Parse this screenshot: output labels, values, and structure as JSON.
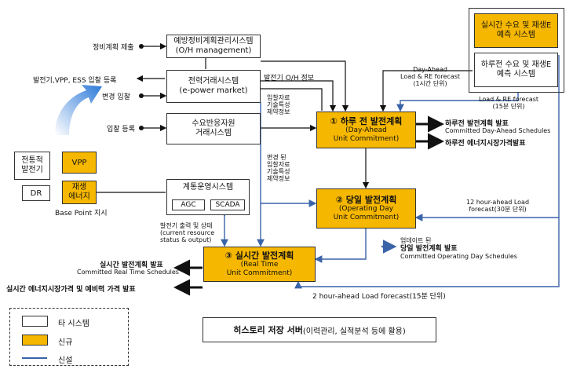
{
  "colors": {
    "new_fill": "#f6b700",
    "new_line": "#3a63a8",
    "arrow_blue": "#2a78d8",
    "black": "#111111"
  },
  "left_inputs": {
    "maint_submit": "정비계획 제출",
    "bid_register": "발전기,VPP, ESS 입찰 등록",
    "change_bid": "변경 입찰",
    "bid_register2": "입찰 등록"
  },
  "systems": {
    "om": {
      "l1": "예방정비계획관리시스템",
      "l2": "(O/H management)"
    },
    "epower": {
      "l1": "전력거래시스템",
      "l2": "(e-power market)"
    },
    "dr": {
      "l1": "수요반응자원",
      "l2": "거래시스템"
    },
    "ems": {
      "title": "계통운영시스템",
      "agc": "AGC",
      "scada": "SCADA"
    },
    "rt_forecast": {
      "l1": "실시간 수요 및 재생E",
      "l2": "예측 시스템"
    },
    "da_forecast": {
      "l1": "하루전 수요 및 재생E",
      "l2": "예측 시스템"
    }
  },
  "plans": {
    "day_ahead": {
      "l1": "① 하루 전 발전계획",
      "l2": "(Day-Ahead",
      "l3": "Unit Commitment)"
    },
    "operating_day": {
      "l1": "② 당일 발전계획",
      "l2": "(Operating Day",
      "l3": "Unit Commitment)"
    },
    "real_time": {
      "l1": "③ 실시간 발전계획",
      "l2": "(Real Time",
      "l3": "Unit Commitment)"
    }
  },
  "resources": {
    "conventional": {
      "l1": "전통적",
      "l2": "발전기"
    },
    "vpp": "VPP",
    "renewable": {
      "l1": "재생",
      "l2": "에너지"
    },
    "dr": "DR",
    "base_point": "Base Point 지시"
  },
  "labels": {
    "gen_oh_info": "발전기 O/H 정보",
    "bid_data": [
      "입찰자료",
      "기술특성",
      "제약정보"
    ],
    "changed_bid_data": [
      "변경 된",
      "입찰자료",
      "기술특성",
      "제약정보"
    ],
    "da_forecast_label": {
      "l1": "Day-Ahead",
      "l2": "Load & RE forecast",
      "l3": "(1시간 단위)"
    },
    "load_re_forecast": {
      "l1": "Load & RE forecast",
      "l2": "(15분 단위)"
    },
    "da_out1": {
      "ko": "하루전 발전계획 발표",
      "en": "Committed Day-Ahead Schedules"
    },
    "da_out2": "하루전 에너지시장가격발표",
    "hour12": {
      "l1": "12 hour-ahead Load",
      "l2": "forecast(30분 단위)"
    },
    "od_out": {
      "l1": "업데이트 된",
      "l2": "당일 발전계획 발표",
      "l3": "Committed Operating Day Schedules"
    },
    "gen_status": {
      "l1": "발전기 출력 및 상태",
      "l2": "(current resource",
      "l3": "status & output)"
    },
    "rt_out1": {
      "ko": "실시간 발전계획 발표",
      "en": "Committed Real Time Schedules"
    },
    "rt_out2": "실시간 에너지시장가격 및 예비력 가격 발표",
    "hour2": "2 hour-ahead Load forecast(15분 단위)"
  },
  "legend": {
    "other": "타 시스템",
    "new": "신규",
    "new_line": "신설"
  },
  "history_server": {
    "bold": "히스토리 저장 서버",
    "rest": "(이력관리, 실적분석 등에 활용)"
  }
}
